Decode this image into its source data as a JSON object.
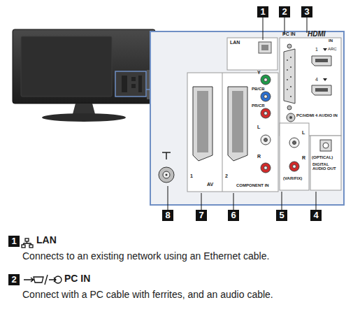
{
  "diagram": {
    "nodes": [
      {
        "text": [
          "1"
        ]
      },
      {
        "text": [
          "2"
        ]
      },
      {
        "text": [
          "3"
        ]
      },
      {
        "text": [
          "8"
        ]
      },
      {
        "text": [
          "7"
        ]
      },
      {
        "text": [
          "6"
        ]
      },
      {
        "text": [
          "5"
        ]
      },
      {
        "text": [
          "4"
        ]
      },
      {
        "text": [
          "1"
        ]
      },
      {
        "text": [
          "2"
        ]
      }
    ],
    "labels": [
      "LAN",
      "PC IN",
      "HDMI",
      "IN",
      "1",
      "ARC",
      "4",
      "Y",
      "PB/CB",
      "PR/CR",
      "PC/HDMI 4 AUDIO IN",
      "L",
      "R",
      "L",
      "R",
      "(VAR/FIX)",
      "(OPTICAL)",
      "DIGITAL AUDIO OUT",
      "1",
      "2",
      "AV",
      "COMPONENT IN",
      "LAN",
      "Connects to an existing network using an Ethernet cable.",
      "PC IN",
      "Connect with a PC cable with ferrites, and an audio cable."
    ]
  }
}
